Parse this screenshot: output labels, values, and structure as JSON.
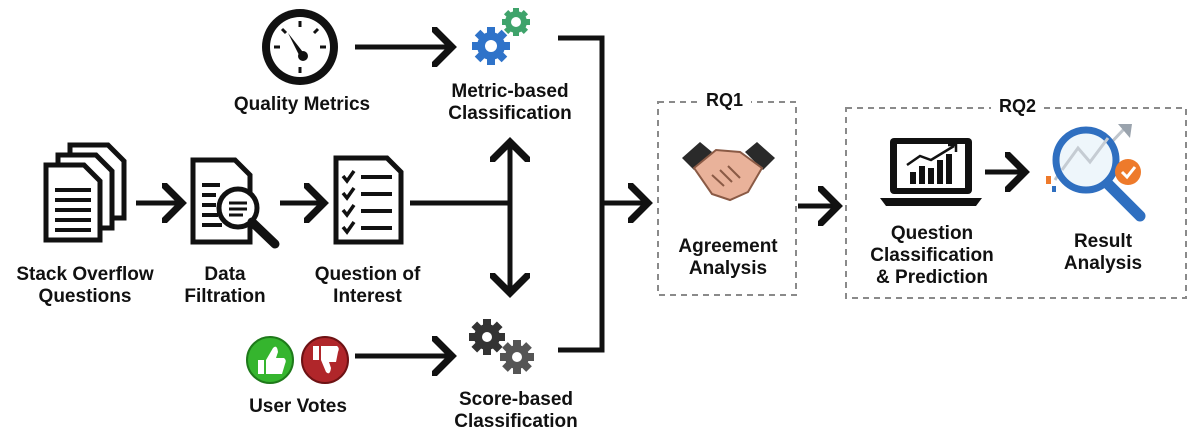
{
  "nodes": {
    "stack_overflow": [
      "Stack Overflow",
      "Questions"
    ],
    "data_filtration": [
      "Data",
      "Filtration"
    ],
    "question_of_interest": [
      "Question of",
      "Interest"
    ],
    "quality_metrics": [
      "Quality Metrics"
    ],
    "user_votes": [
      "User Votes"
    ],
    "metric_classification": [
      "Metric-based",
      "Classification"
    ],
    "score_classification": [
      "Score-based",
      "Classification"
    ],
    "agreement_analysis": [
      "Agreement",
      "Analysis"
    ],
    "question_classification": [
      "Question",
      "Classification",
      "& Prediction"
    ],
    "result_analysis": [
      "Result",
      "Analysis"
    ]
  },
  "groups": {
    "rq1": "RQ1",
    "rq2": "RQ2"
  },
  "colors": {
    "line": "#111111",
    "dashed_border": "#8a8a8a",
    "gear_green": "#3fa36b",
    "gear_blue": "#2f73c9",
    "thumb_up": "#35b52e",
    "thumb_down": "#b0262a",
    "handshake_skin": "#e9b29a",
    "magnifier_blue": "#2f6fc0",
    "check_orange": "#ee7a2b"
  },
  "icons": [
    "documents-icon",
    "document-magnifier-icon",
    "checklist-icon",
    "gauge-icon",
    "gears-color-icon",
    "gears-dark-icon",
    "thumbs-up-icon",
    "thumbs-down-icon",
    "handshake-icon",
    "laptop-chart-icon",
    "magnifier-chart-icon"
  ]
}
